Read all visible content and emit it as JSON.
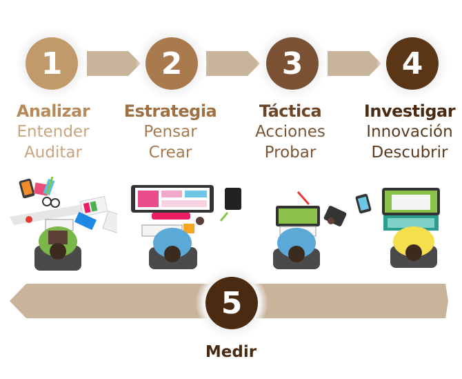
{
  "steps": [
    {
      "number": "1",
      "title": "Analizar",
      "line1": "Entender",
      "line2": "Auditar",
      "color": "#c19a6b",
      "title_color": "#b68a5a",
      "text_color": "#c9a47d"
    },
    {
      "number": "2",
      "title": "Estrategia",
      "line1": "Pensar",
      "line2": "Crear",
      "color": "#a87a4d",
      "title_color": "#9e6f41",
      "text_color": "#a57a4f"
    },
    {
      "number": "3",
      "title": "Táctica",
      "line1": "Acciones",
      "line2": "Probar",
      "color": "#7a5233",
      "title_color": "#6b4326",
      "text_color": "#7a5535"
    },
    {
      "number": "4",
      "title": "Investigar",
      "line1": "Innovación",
      "line2": "Descubrir",
      "color": "#5a3516",
      "title_color": "#4a2b12",
      "text_color": "#5a3a1e"
    }
  ],
  "step5": {
    "number": "5",
    "label": "Medir",
    "color": "#4a2b12"
  },
  "colors": {
    "arrow": "#c8b39b",
    "return_bar": "#c8b39b"
  }
}
